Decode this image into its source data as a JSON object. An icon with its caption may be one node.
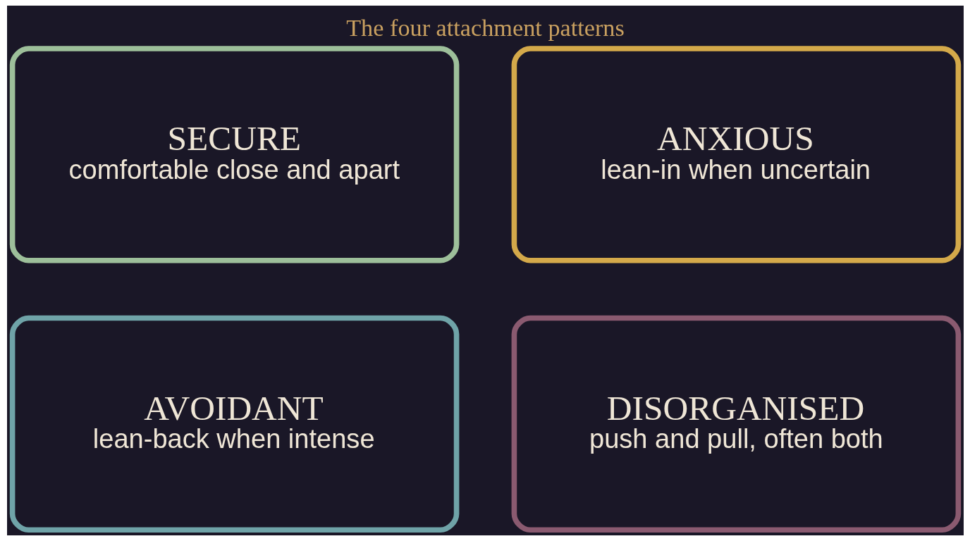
{
  "diagram": {
    "title": "The four attachment patterns",
    "nodes": [
      {
        "text": [
          "SECURE",
          "comfortable close and apart"
        ]
      },
      {
        "text": [
          "ANXIOUS",
          "lean-in when uncertain"
        ]
      },
      {
        "text": [
          "AVOIDANT",
          "lean-back when intense"
        ]
      },
      {
        "text": [
          "DISORGANISED",
          "push and pull, often both"
        ]
      }
    ]
  }
}
